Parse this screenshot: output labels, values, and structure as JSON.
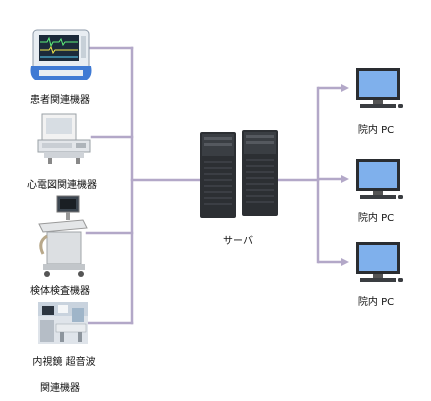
{
  "devices": [
    {
      "label": "患者関連機器",
      "icon": "patient-monitor-icon"
    },
    {
      "label": "心電図関連機器",
      "icon": "ecg-machine-icon"
    },
    {
      "label": "検体検査機器",
      "icon": "ultrasound-cart-icon"
    },
    {
      "label_line1": "内視鏡  超音波",
      "label_line2": "関連機器",
      "icon": "endoscopy-room-icon"
    }
  ],
  "server": {
    "label": "サーバ",
    "icon": "server-tower-icon"
  },
  "clients": [
    {
      "label": "院内 PC",
      "icon": "desktop-pc-icon"
    },
    {
      "label": "院内 PC",
      "icon": "desktop-pc-icon"
    },
    {
      "label": "院内 PC",
      "icon": "desktop-pc-icon"
    }
  ],
  "colors": {
    "connector": "#b3a8c8",
    "screen": "#7fb0ec"
  }
}
